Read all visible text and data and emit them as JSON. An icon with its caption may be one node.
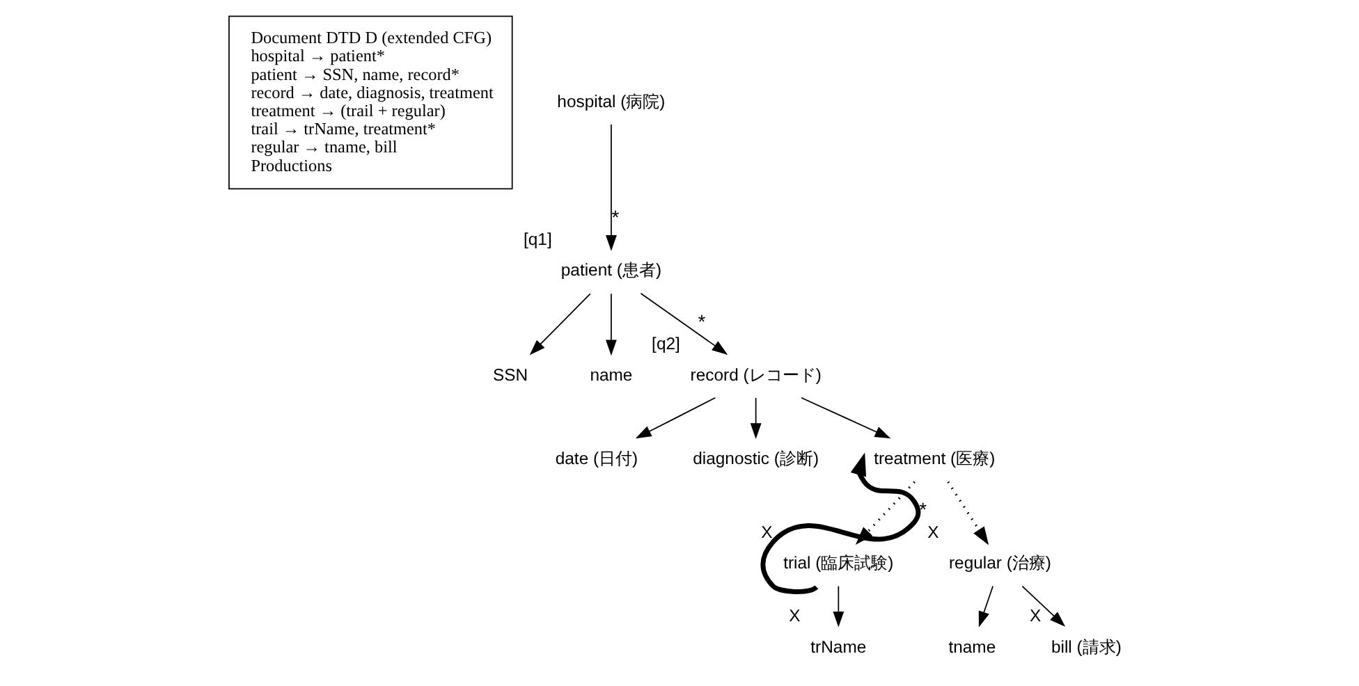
{
  "diagram": {
    "nodes": [
      {
        "text": [
          "Document DTD D (extended CFG)",
          "hospital → patient*",
          "patient → SSN, name, record*",
          "record → date, diagnosis, treatment",
          "treatment → (trail + regular)",
          "trail → trName, treatment*",
          "regular → tname, bill",
          "Productions"
        ]
      },
      {
        "text": [
          "hospital (病院)"
        ]
      },
      {
        "text": [
          "patient (患者)"
        ],
        "beside": [
          "[q1]"
        ]
      },
      {
        "text": [
          "SSN"
        ]
      },
      {
        "text": [
          "name"
        ]
      },
      {
        "text": [
          "record (レコード)"
        ],
        "beside": [
          "[q2]"
        ]
      },
      {
        "text": [
          "date (日付)"
        ]
      },
      {
        "text": [
          "diagnostic (診断)"
        ]
      },
      {
        "text": [
          "treatment (医療)"
        ]
      },
      {
        "text": [
          "trial (臨床試験)"
        ],
        "beside": [
          "X"
        ]
      },
      {
        "text": [
          "regular (治療)"
        ],
        "beside": [
          "X"
        ]
      },
      {
        "text": [
          "trName"
        ],
        "beside": [
          "X"
        ]
      },
      {
        "text": [
          "tname"
        ]
      },
      {
        "text": [
          "bill (請求)"
        ],
        "beside": [
          "X"
        ]
      }
    ],
    "edges": [
      {
        "from": 1,
        "to": 2,
        "arrow": "to",
        "label": "*"
      },
      {
        "from": 2,
        "to": 3,
        "arrow": "to"
      },
      {
        "from": 2,
        "to": 4,
        "arrow": "to"
      },
      {
        "from": 2,
        "to": 5,
        "arrow": "to",
        "label": "*"
      },
      {
        "from": 5,
        "to": 6,
        "arrow": "to"
      },
      {
        "from": 5,
        "to": 7,
        "arrow": "to"
      },
      {
        "from": 5,
        "to": 8,
        "arrow": "to"
      },
      {
        "from": 8,
        "to": 9,
        "arrow": "to",
        "style": "dashed"
      },
      {
        "from": 8,
        "to": 10,
        "arrow": "to",
        "style": "dashed"
      },
      {
        "from": 9,
        "to": 11,
        "arrow": "to"
      },
      {
        "from": 10,
        "to": 12,
        "arrow": "to"
      },
      {
        "from": 10,
        "to": 13,
        "arrow": "to"
      },
      {
        "from": 9,
        "to": 8,
        "arrow": "to",
        "style": "thick",
        "label": "*"
      }
    ]
  }
}
